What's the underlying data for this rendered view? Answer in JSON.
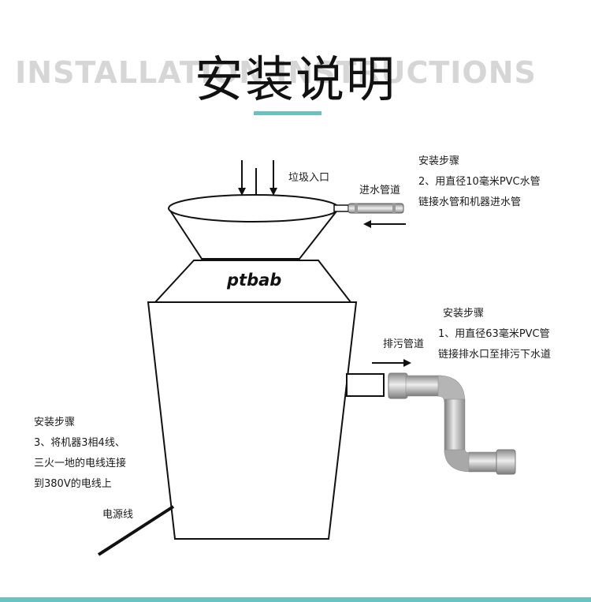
{
  "header": {
    "bg_text": "INSTALLATION INSTRUCTIONS",
    "title": "安装说明"
  },
  "brand": "ptbab",
  "labels": {
    "garbage_inlet": "垃圾入口",
    "water_inlet_pipe": "进水管道",
    "drain_pipe": "排污管道",
    "power_cord": "电源线"
  },
  "steps": {
    "step2": {
      "heading": "安装步骤",
      "lines": [
        "2、用直径10毫米PVC水管",
        "链接水管和机器进水管"
      ]
    },
    "step1": {
      "heading": "安装步骤",
      "lines": [
        "1、用直径63毫米PVC管",
        "链接排水口至排污下水道"
      ]
    },
    "step3": {
      "heading": "安装步骤",
      "lines": [
        "3、将机器3相4线、",
        "三火一地的电线连接",
        "到380V的电线上"
      ]
    }
  },
  "colors": {
    "accent": "#69c1c2",
    "line": "#111111",
    "pipe": "#9a9a9a"
  }
}
